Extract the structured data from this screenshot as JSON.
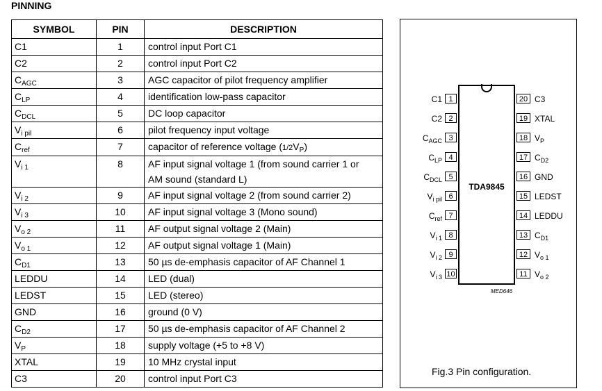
{
  "heading": "PINNING",
  "table": {
    "headers": [
      "SYMBOL",
      "PIN",
      "DESCRIPTION"
    ],
    "rows": [
      {
        "sym": "C1",
        "sub": "",
        "pin": "1",
        "desc": "control input Port C1"
      },
      {
        "sym": "C2",
        "sub": "",
        "pin": "2",
        "desc": "control input Port C2"
      },
      {
        "sym": "C",
        "sub": "AGC",
        "pin": "3",
        "desc": "AGC capacitor of pilot frequency amplifier"
      },
      {
        "sym": "C",
        "sub": "LP",
        "pin": "4",
        "desc": "identification low-pass capacitor"
      },
      {
        "sym": "C",
        "sub": "DCL",
        "pin": "5",
        "desc": "DC loop capacitor"
      },
      {
        "sym": "V",
        "sub": "i pil",
        "pin": "6",
        "desc": "pilot frequency input voltage"
      },
      {
        "sym": "C",
        "sub": "ref",
        "pin": "7",
        "desc": "capacitor of reference voltage (",
        "desc_frac": "1/2",
        "desc_v": "V",
        "desc_vsub": "P",
        "desc_end": ")"
      },
      {
        "sym": "V",
        "sub": "i 1",
        "pin": "8",
        "desc": "AF input signal voltage 1 (from sound carrier 1 or",
        "desc2": "AM sound (standard L)"
      },
      {
        "sym": "V",
        "sub": "i 2",
        "pin": "9",
        "desc": "AF input signal voltage 2 (from sound carrier 2)"
      },
      {
        "sym": "V",
        "sub": "i 3",
        "pin": "10",
        "desc": "AF input signal voltage 3 (Mono sound)"
      },
      {
        "sym": "V",
        "sub": "o 2",
        "pin": "11",
        "desc": "AF output signal voltage 2 (Main)"
      },
      {
        "sym": "V",
        "sub": "o 1",
        "pin": "12",
        "desc": "AF output signal voltage 1 (Main)"
      },
      {
        "sym": "C",
        "sub": "D1",
        "pin": "13",
        "desc": "50 µs de-emphasis capacitor of AF  Channel 1"
      },
      {
        "sym": "LEDDU",
        "sub": "",
        "pin": "14",
        "desc": "LED (dual)"
      },
      {
        "sym": "LEDST",
        "sub": "",
        "pin": "15",
        "desc": "LED (stereo)"
      },
      {
        "sym": "GND",
        "sub": "",
        "pin": "16",
        "desc": "ground (0 V)"
      },
      {
        "sym": "C",
        "sub": "D2",
        "pin": "17",
        "desc": "50 µs de-emphasis capacitor of AF Channel 2"
      },
      {
        "sym": "V",
        "sub": "P",
        "pin": "18",
        "desc": "supply voltage (+5 to +8 V)"
      },
      {
        "sym": "XTAL",
        "sub": "",
        "pin": "19",
        "desc": "10 MHz crystal input"
      },
      {
        "sym": "C3",
        "sub": "",
        "pin": "20",
        "desc": "control input Port C3"
      }
    ]
  },
  "figure": {
    "chip_name": "TDA9845",
    "mark": "MED646",
    "caption": "Fig.3  Pin configuration.",
    "left_pins": [
      {
        "num": "1",
        "sym": "C1",
        "sub": ""
      },
      {
        "num": "2",
        "sym": "C2",
        "sub": ""
      },
      {
        "num": "3",
        "sym": "C",
        "sub": "AGC"
      },
      {
        "num": "4",
        "sym": "C",
        "sub": "LP"
      },
      {
        "num": "5",
        "sym": "C",
        "sub": "DCL"
      },
      {
        "num": "6",
        "sym": "V",
        "sub": "i pil"
      },
      {
        "num": "7",
        "sym": "C",
        "sub": "ref"
      },
      {
        "num": "8",
        "sym": "V",
        "sub": "i 1"
      },
      {
        "num": "9",
        "sym": "V",
        "sub": "i 2"
      },
      {
        "num": "10",
        "sym": "V",
        "sub": "i 3"
      }
    ],
    "right_pins": [
      {
        "num": "20",
        "sym": "C3",
        "sub": ""
      },
      {
        "num": "19",
        "sym": "XTAL",
        "sub": ""
      },
      {
        "num": "18",
        "sym": "V",
        "sub": "P"
      },
      {
        "num": "17",
        "sym": "C",
        "sub": "D2"
      },
      {
        "num": "16",
        "sym": "GND",
        "sub": ""
      },
      {
        "num": "15",
        "sym": "LEDST",
        "sub": ""
      },
      {
        "num": "14",
        "sym": "LEDDU",
        "sub": ""
      },
      {
        "num": "13",
        "sym": "C",
        "sub": "D1"
      },
      {
        "num": "12",
        "sym": "V",
        "sub": "o 1"
      },
      {
        "num": "11",
        "sym": "V",
        "sub": "o 2"
      }
    ]
  }
}
